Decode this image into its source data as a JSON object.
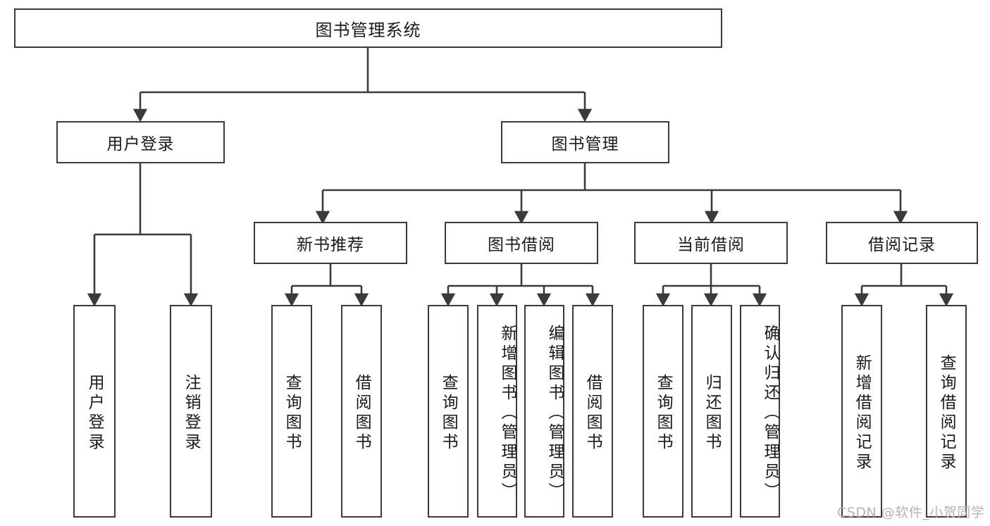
{
  "diagram": {
    "type": "tree",
    "title": "图书管理系统",
    "colors": {
      "border": "#3a3a3a",
      "background": "#ffffff",
      "text": "#1a1a1a",
      "watermark": "#b4b4b4"
    },
    "root": {
      "label": "图书管理系统"
    },
    "level2": [
      {
        "label": "用户登录"
      },
      {
        "label": "图书管理"
      }
    ],
    "level3": [
      {
        "label": "新书推荐"
      },
      {
        "label": "图书借阅"
      },
      {
        "label": "当前借阅"
      },
      {
        "label": "借阅记录"
      }
    ],
    "leaves": {
      "user_login": [
        {
          "label": "用户登录"
        },
        {
          "label": "注销登录"
        }
      ],
      "new_book_recommend": [
        {
          "label": "查询图书"
        },
        {
          "label": "借阅图书"
        }
      ],
      "book_borrow": [
        {
          "label": "查询图书"
        },
        {
          "label": "新增图书（管理员）"
        },
        {
          "label": "编辑图书（管理员）"
        },
        {
          "label": "借阅图书"
        }
      ],
      "current_borrow": [
        {
          "label": "查询图书"
        },
        {
          "label": "归还图书"
        },
        {
          "label": "确认归还（管理员）"
        }
      ],
      "borrow_record": [
        {
          "label": "新增借阅记录"
        },
        {
          "label": "查询借阅记录"
        }
      ]
    }
  },
  "watermark": {
    "text": "CSDN @软件_小贺同学"
  }
}
